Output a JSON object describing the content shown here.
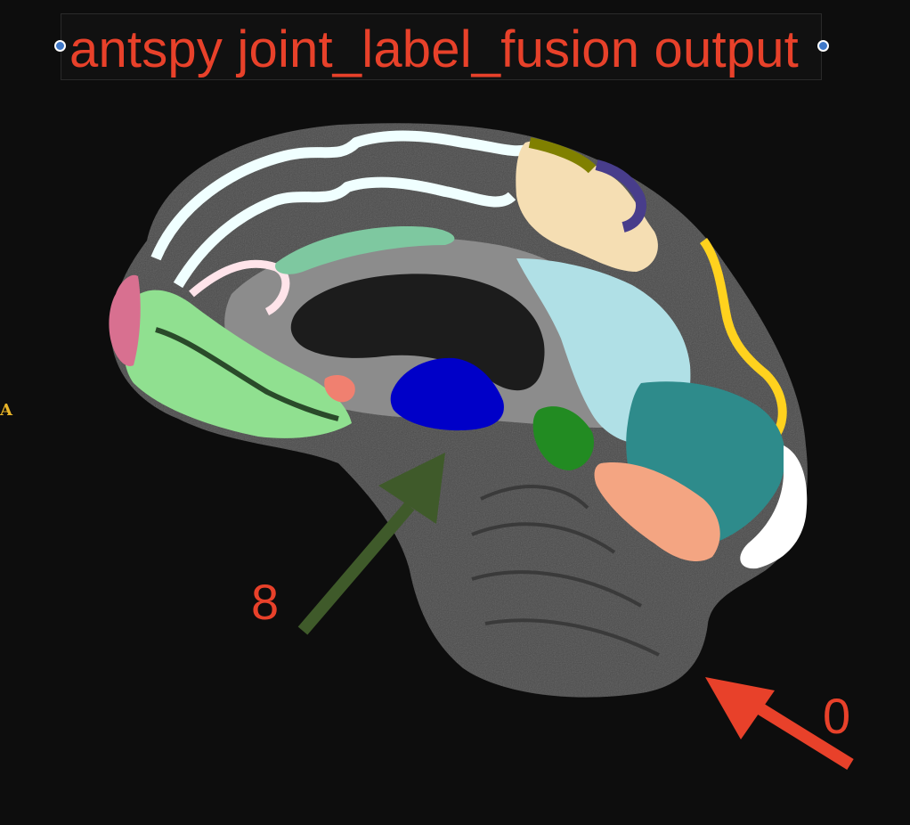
{
  "title": "antspy joint_label_fusion output",
  "annotations": {
    "arrow_green_label": "8",
    "arrow_red_label": "0"
  },
  "edge_glyph": "A",
  "colors": {
    "background": "#0d0d0d",
    "title_text": "#e8412a",
    "handle": "#3f78c8",
    "arrow_green": "#3f5a2a",
    "arrow_red": "#e8412a",
    "thalamus_label": "#0000c8",
    "frontal_label": "#90e090",
    "frontal_pole_label": "#d87090",
    "cingulate_label": "#7ec8a0",
    "parietal_label": "#f5deb3",
    "occipital_label": "#2e8b8b",
    "lingual_label": "#f4a582",
    "cuneus_label": "#ffd21e",
    "precuneus_label": "#b0e0e6",
    "isthmus_label": "#228b22"
  },
  "icons": [
    "selection-handle-left",
    "selection-handle-right",
    "arrow-green",
    "arrow-red"
  ]
}
